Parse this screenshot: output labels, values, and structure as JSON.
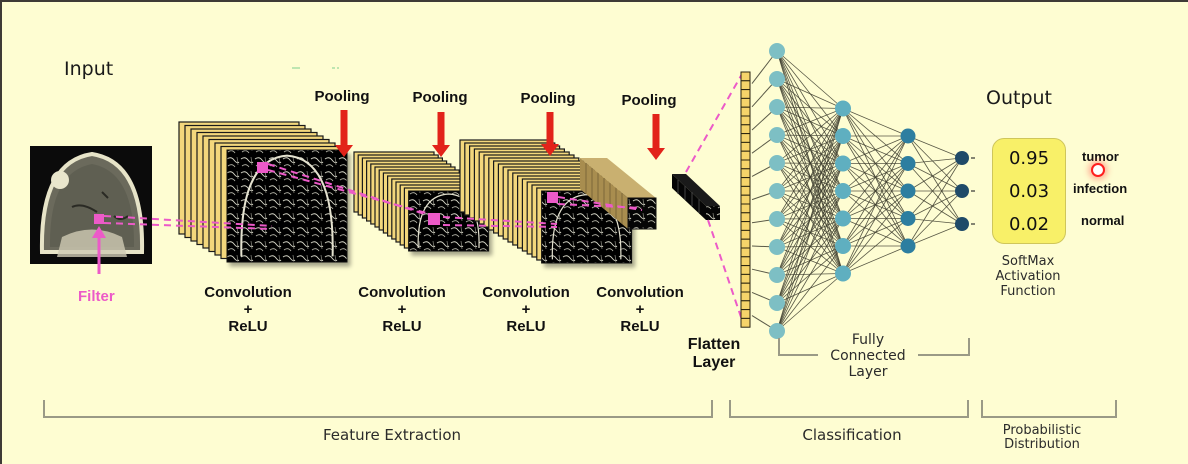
{
  "diagram": {
    "input_label": "Input",
    "filter_label": "Filter",
    "pooling_labels": [
      "Pooling",
      "Pooling",
      "Pooling",
      "Pooling"
    ],
    "conv_blocks": [
      {
        "line1": "Convolution",
        "line2": "+",
        "line3": "ReLU"
      },
      {
        "line1": "Convolution",
        "line2": "+",
        "line3": "ReLU"
      },
      {
        "line1": "Convolution",
        "line2": "+",
        "line3": "ReLU"
      },
      {
        "line1": "Convolution",
        "line2": "+",
        "line3": "ReLU"
      }
    ],
    "flatten_label": {
      "line1": "Flatten",
      "line2": "Layer"
    },
    "fc_label": {
      "line1": "Fully",
      "line2": "Connected",
      "line3": "Layer"
    },
    "fc_layers": [
      11,
      7,
      5,
      3
    ],
    "output_label": "Output",
    "softmax": {
      "probabilities": [
        "0.95",
        "0.03",
        "0.02"
      ],
      "classes": [
        "tumor",
        "infection",
        "normal"
      ],
      "caption": {
        "line1": "SoftMax",
        "line2": "Activation",
        "line3": "Function"
      }
    },
    "sections": {
      "feature_extraction": "Feature Extraction",
      "classification": "Classification",
      "probabilistic": {
        "line1": "Probabilistic",
        "line2": "Distribution"
      }
    },
    "colors": {
      "background": "#fefdd2",
      "pooling_arrow": "#e2231a",
      "filter": "#ec5ac8",
      "feature_map_frame": "#f3d77c",
      "node_layer1": "#7dbfc4",
      "node_layer2": "#5fafc0",
      "node_layer3": "#2d7ea0",
      "node_output": "#1f4a68",
      "softmax_box": "#f8f068"
    }
  }
}
